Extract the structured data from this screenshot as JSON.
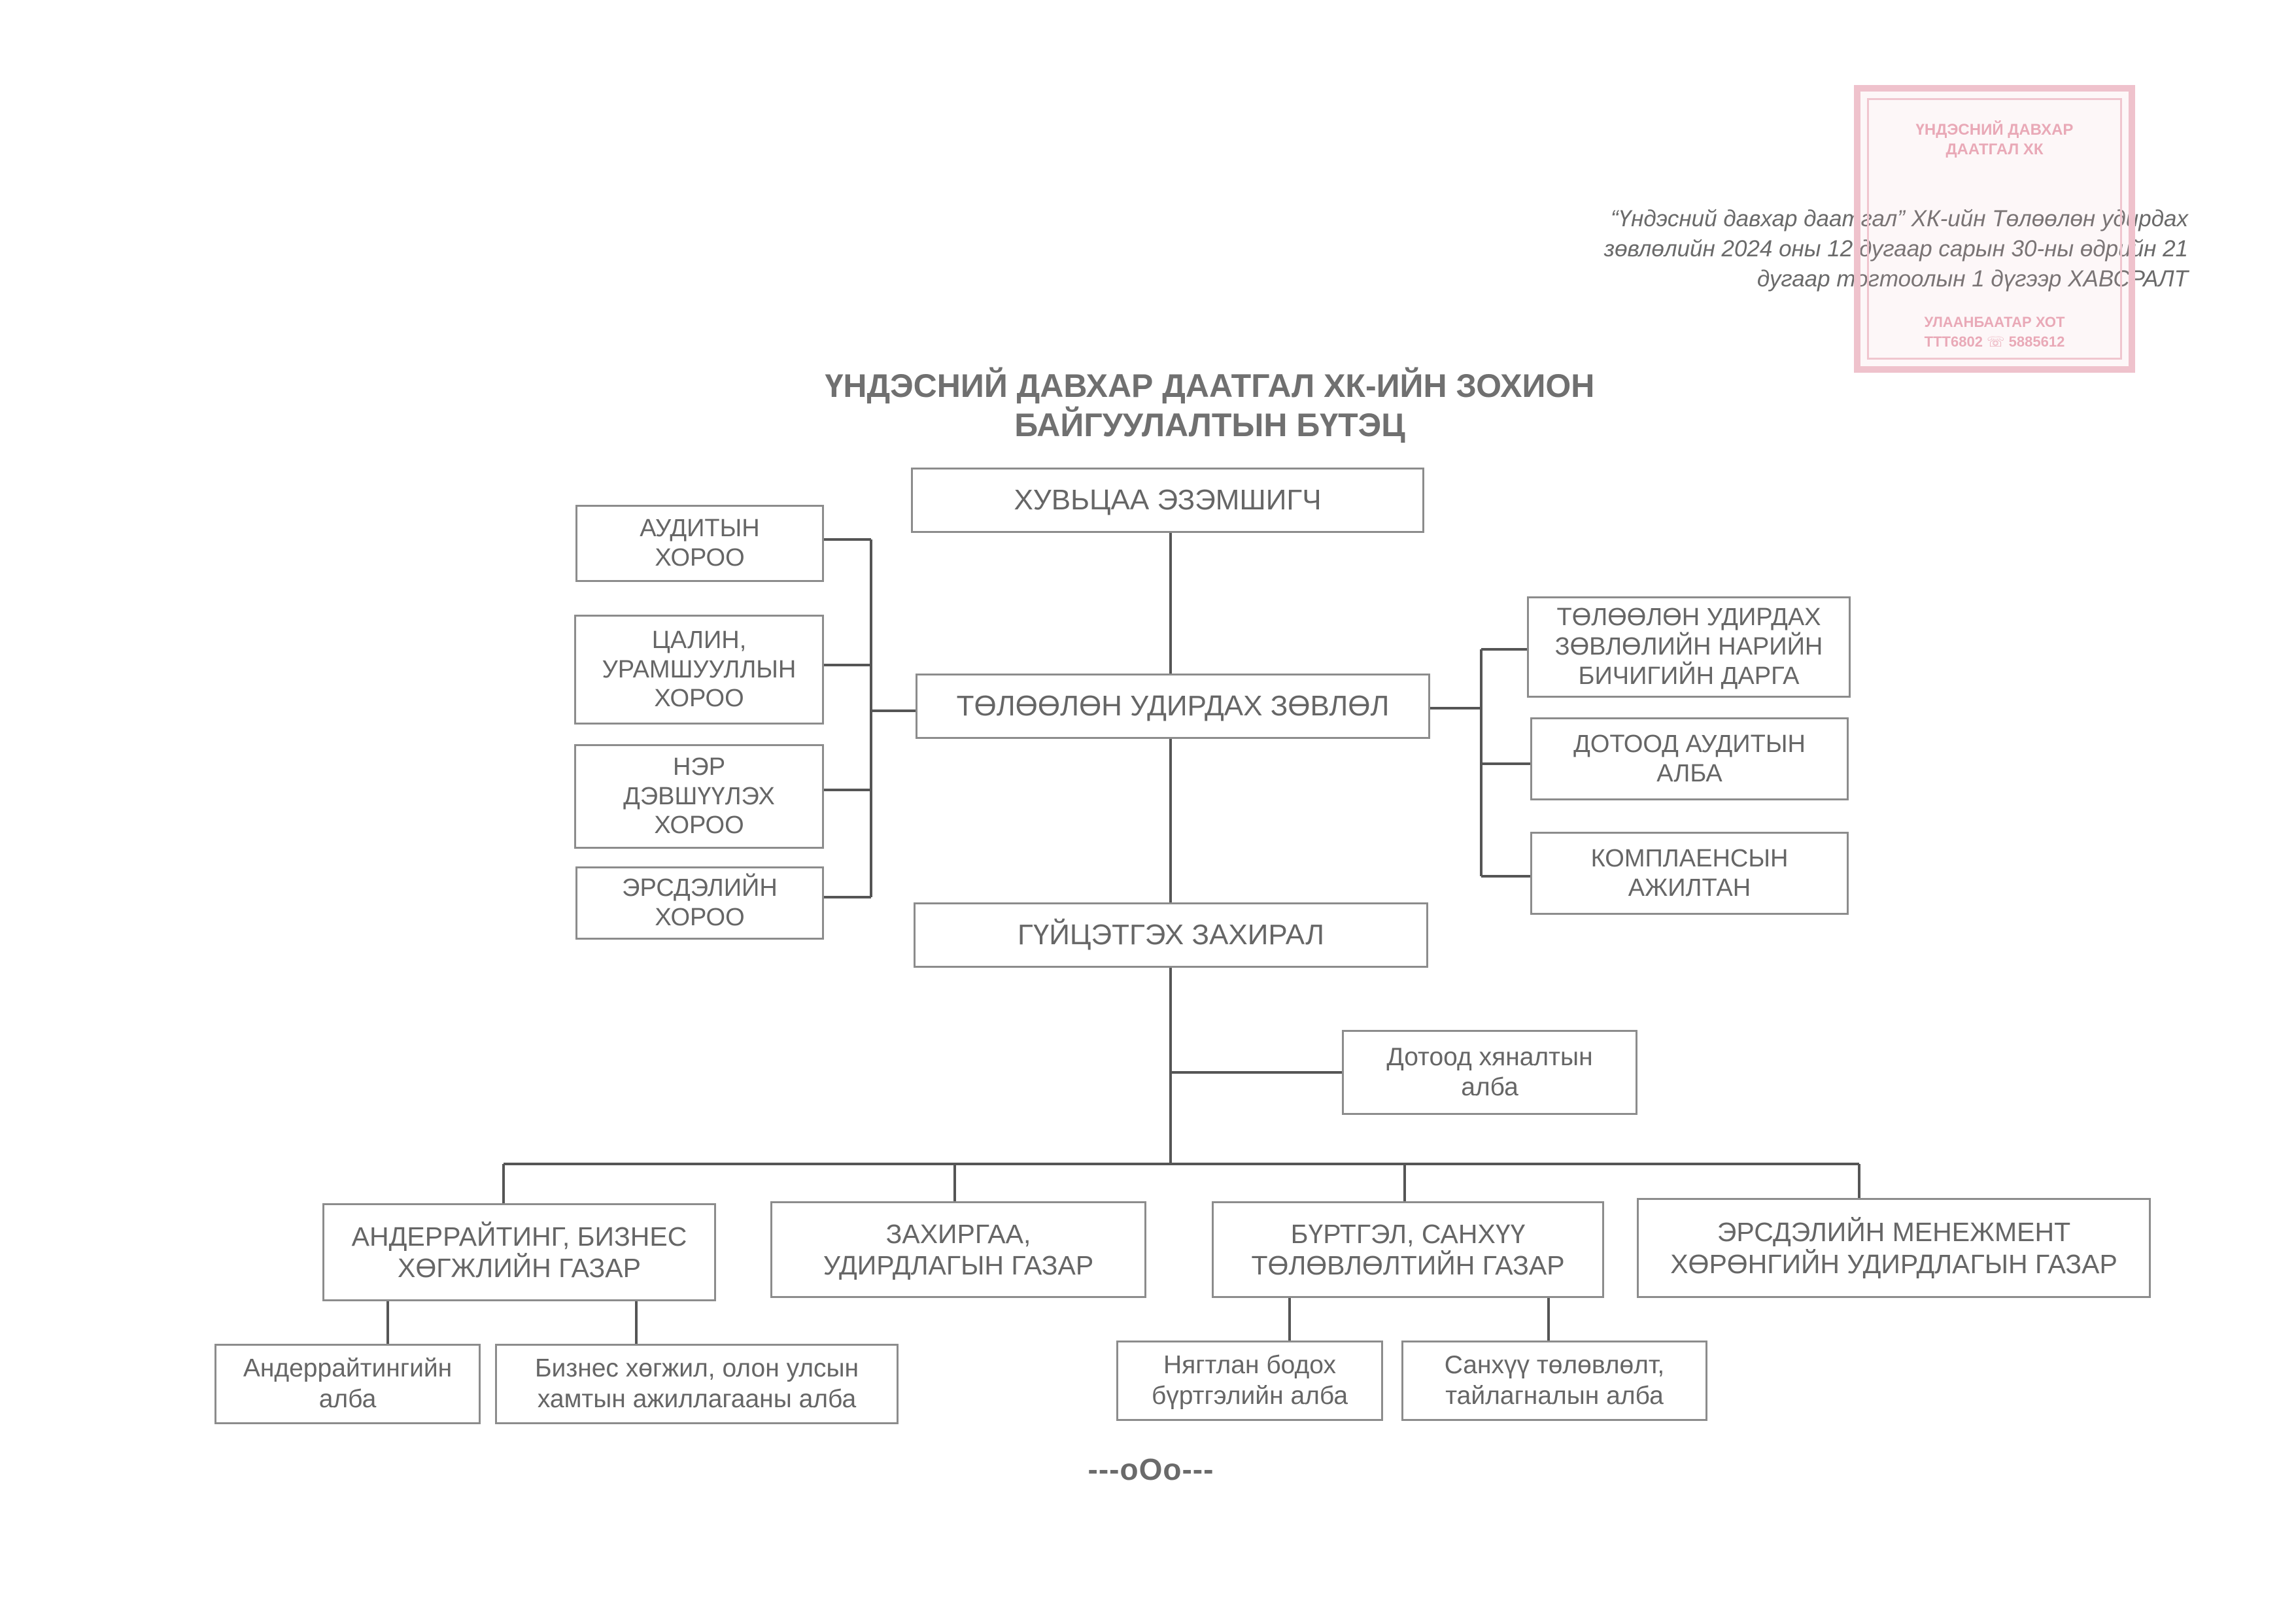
{
  "header": {
    "line1": "“Үндэсний давхар даатгал” ХК-ийн Төлөөлөн удирдах",
    "line2": "зөвлөлийн 2024 оны 12 дугаар сарын 30-ны өдрийн 21",
    "line3": "дугаар тогтоолын 1 дүгээр ХАВСРАЛТ"
  },
  "stamp": {
    "line1": "ҮНДЭСНИЙ ДАВХАР",
    "line2": "ДААТГАЛ ХК",
    "line3": "УЛААНБААТАР ХОТ",
    "line4": "ТТТ6802 ☏ 5885612",
    "color": "#e9a9b7"
  },
  "title": {
    "line1": "ҮНДЭСНИЙ ДАВХАР ДААТГАЛ ХК-ИЙН ЗОХИОН",
    "line2": "БАЙГУУЛАЛТЫН БҮТЭЦ"
  },
  "nodes": {
    "shareholders": {
      "lines": [
        "ХУВЬЦАА ЭЗЭМШИГЧ"
      ]
    },
    "board": {
      "lines": [
        "ТӨЛӨӨЛӨН УДИРДАХ ЗӨВЛӨЛ"
      ]
    },
    "ceo": {
      "lines": [
        "ГҮЙЦЭТГЭХ ЗАХИРАЛ"
      ]
    },
    "audit_committee": {
      "lines": [
        "АУДИТЫН",
        "ХОРОО"
      ]
    },
    "remuneration_committee": {
      "lines": [
        "ЦАЛИН,",
        "УРАМШУУЛЛЫН",
        "ХОРОО"
      ]
    },
    "nomination_committee": {
      "lines": [
        "НЭР",
        "ДЭВШҮҮЛЭХ",
        "ХОРОО"
      ]
    },
    "risk_committee": {
      "lines": [
        "ЭРСДЭЛИЙН",
        "ХОРОО"
      ]
    },
    "board_secretary": {
      "lines": [
        "ТӨЛӨӨЛӨН УДИРДАХ",
        "ЗӨВЛӨЛИЙН НАРИЙН",
        "БИЧИГИЙН ДАРГА"
      ]
    },
    "internal_audit": {
      "lines": [
        "ДОТООД АУДИТЫН",
        "АЛБА"
      ]
    },
    "compliance": {
      "lines": [
        "КОМПЛАЕНСЫН",
        "АЖИЛТАН"
      ]
    },
    "internal_control": {
      "lines": [
        "Дотоод хяналтын",
        "алба"
      ]
    },
    "underwriting_dept": {
      "lines": [
        "АНДЕРРАЙТИНГ, БИЗНЕС",
        "ХӨГЖЛИЙН ГАЗАР"
      ]
    },
    "admin_dept": {
      "lines": [
        "ЗАХИРГАА,",
        "УДИРДЛАГЫН ГАЗАР"
      ]
    },
    "accounting_dept": {
      "lines": [
        "БҮРТГЭЛ, САНХҮҮ",
        "ТӨЛӨВЛӨЛТИЙН ГАЗАР"
      ]
    },
    "risk_dept": {
      "lines": [
        "ЭРСДЭЛИЙН МЕНЕЖМЕНТ",
        "ХӨРӨНГИЙН УДИРДЛАГЫН ГАЗАР"
      ]
    },
    "underwriting_unit": {
      "lines": [
        "Андеррайтингийн",
        "алба"
      ]
    },
    "business_dev_unit": {
      "lines": [
        "Бизнес хөгжил, олон улсын",
        "хамтын ажиллагааны алба"
      ]
    },
    "accounting_unit": {
      "lines": [
        "Нягтлан бодох",
        "бүртгэлийн алба"
      ]
    },
    "finance_planning_unit": {
      "lines": [
        "Санхүү төлөвлөлт,",
        "тайлагналын алба"
      ]
    }
  },
  "footer": {
    "end_mark": "---oOo---"
  }
}
